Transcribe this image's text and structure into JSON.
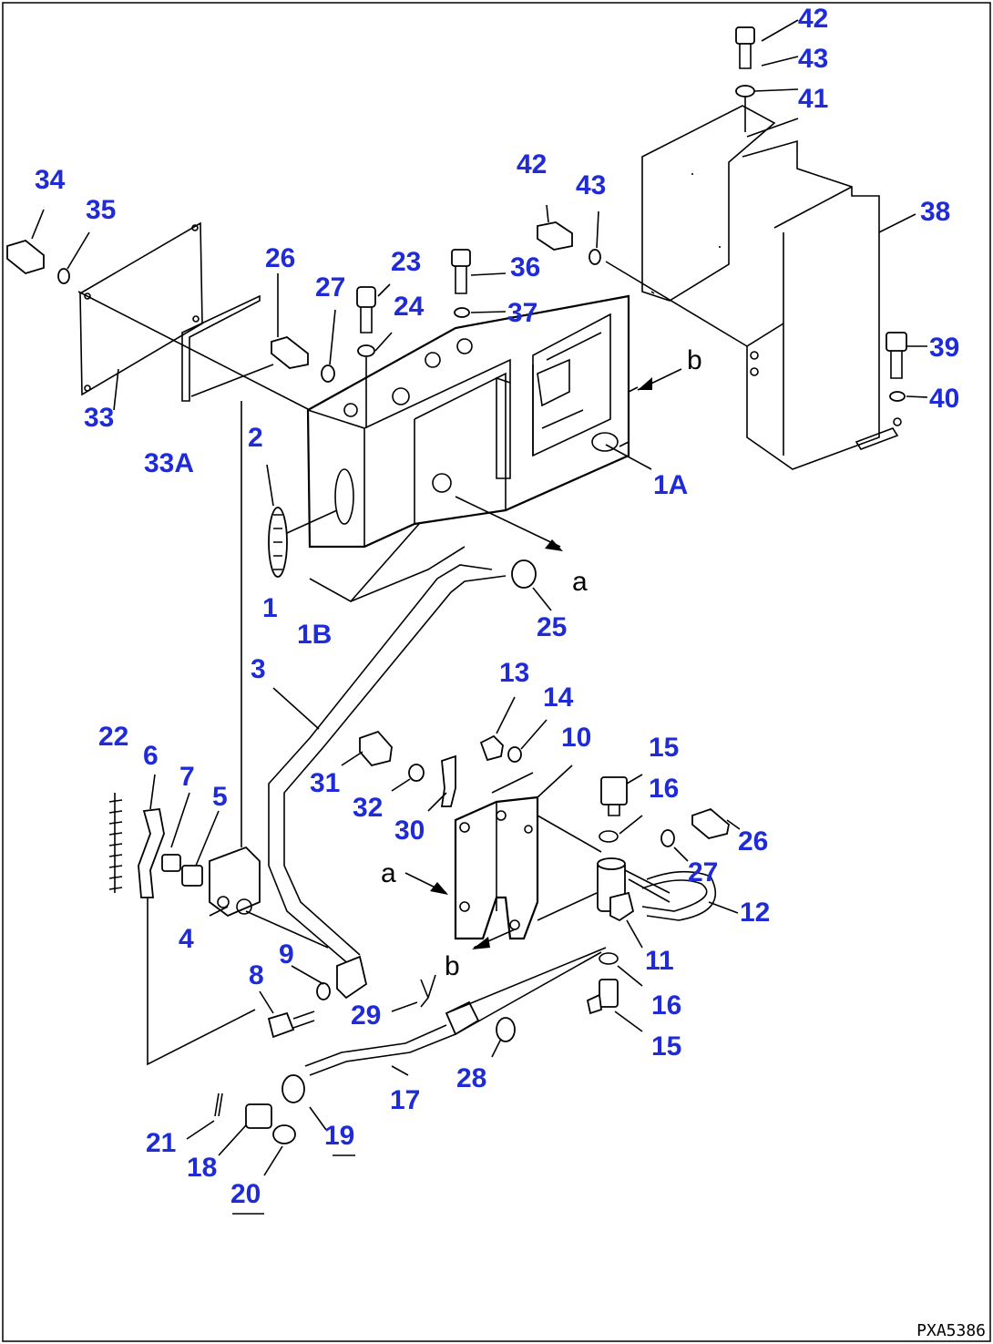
{
  "drawing_code": "PXA5386",
  "colors": {
    "callout": "#1f2bd6",
    "line": "#000000",
    "background": "#ffffff"
  },
  "callouts": {
    "c42a": "42",
    "c43a": "43",
    "c41": "41",
    "c34": "34",
    "c35": "35",
    "c33": "33",
    "c33A": "33A",
    "c26a": "26",
    "c27a": "27",
    "c23": "23",
    "c24": "24",
    "c36": "36",
    "c37": "37",
    "c42b": "42",
    "c43b": "43",
    "c38": "38",
    "c39": "39",
    "c40": "40",
    "c1A": "1A",
    "c2": "2",
    "c1": "1",
    "c1B": "1B",
    "c25": "25",
    "c3": "3",
    "c13": "13",
    "c14": "14",
    "c10": "10",
    "c15a": "15",
    "c16a": "16",
    "c22": "22",
    "c6": "6",
    "c7": "7",
    "c5": "5",
    "c31": "31",
    "c32": "32",
    "c30": "30",
    "c26b": "26",
    "c27b": "27",
    "c12": "12",
    "c11": "11",
    "c16b": "16",
    "c15b": "15",
    "c4": "4",
    "c9": "9",
    "c8": "8",
    "c29": "29",
    "c28": "28",
    "c17": "17",
    "c19": "19",
    "c21": "21",
    "c18": "18",
    "c20": "20"
  },
  "refs": {
    "a_top": "a",
    "b_top": "b",
    "a_mid": "a",
    "b_mid": "b"
  }
}
